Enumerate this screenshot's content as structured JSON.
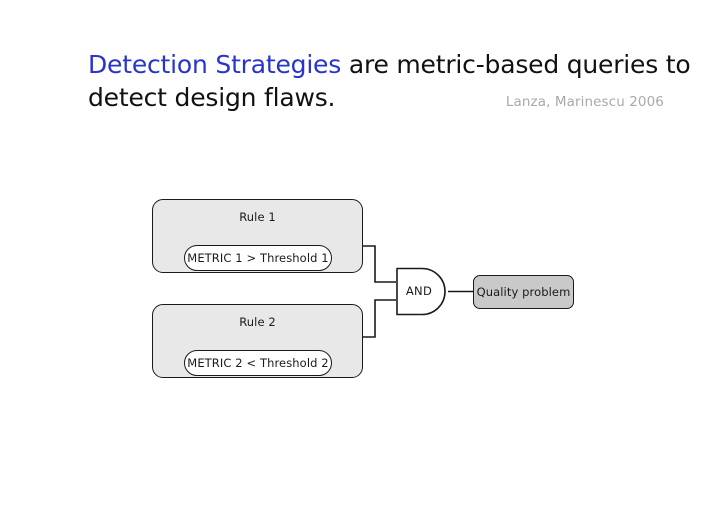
{
  "slide": {
    "background_color": "#ffffff",
    "title": {
      "accent_text": "Detection Strategies",
      "accent_color": "#2834cc",
      "rest_line_1": " are metric-based queries to",
      "line_2": "detect design flaws.",
      "text_color": "#111111"
    },
    "attribution": {
      "text": "Lanza, Marinescu 2006",
      "color": "#a9a9a9"
    }
  },
  "diagram": {
    "type": "logic-gate-diagram",
    "colors": {
      "rule_fill": "#e8e8e8",
      "pill_fill": "#ffffff",
      "gate_fill": "#ffffff",
      "output_fill": "#c9c9c9",
      "stroke": "#1a1a1a"
    },
    "rules": [
      {
        "title": "Rule 1",
        "metric": "METRIC 1 > Threshold 1"
      },
      {
        "title": "Rule 2",
        "metric": "METRIC 2 < Threshold 2"
      }
    ],
    "gate": {
      "label": "AND",
      "shape": "and-gate",
      "inputs": 2
    },
    "output": {
      "label": "Quality problem"
    }
  }
}
